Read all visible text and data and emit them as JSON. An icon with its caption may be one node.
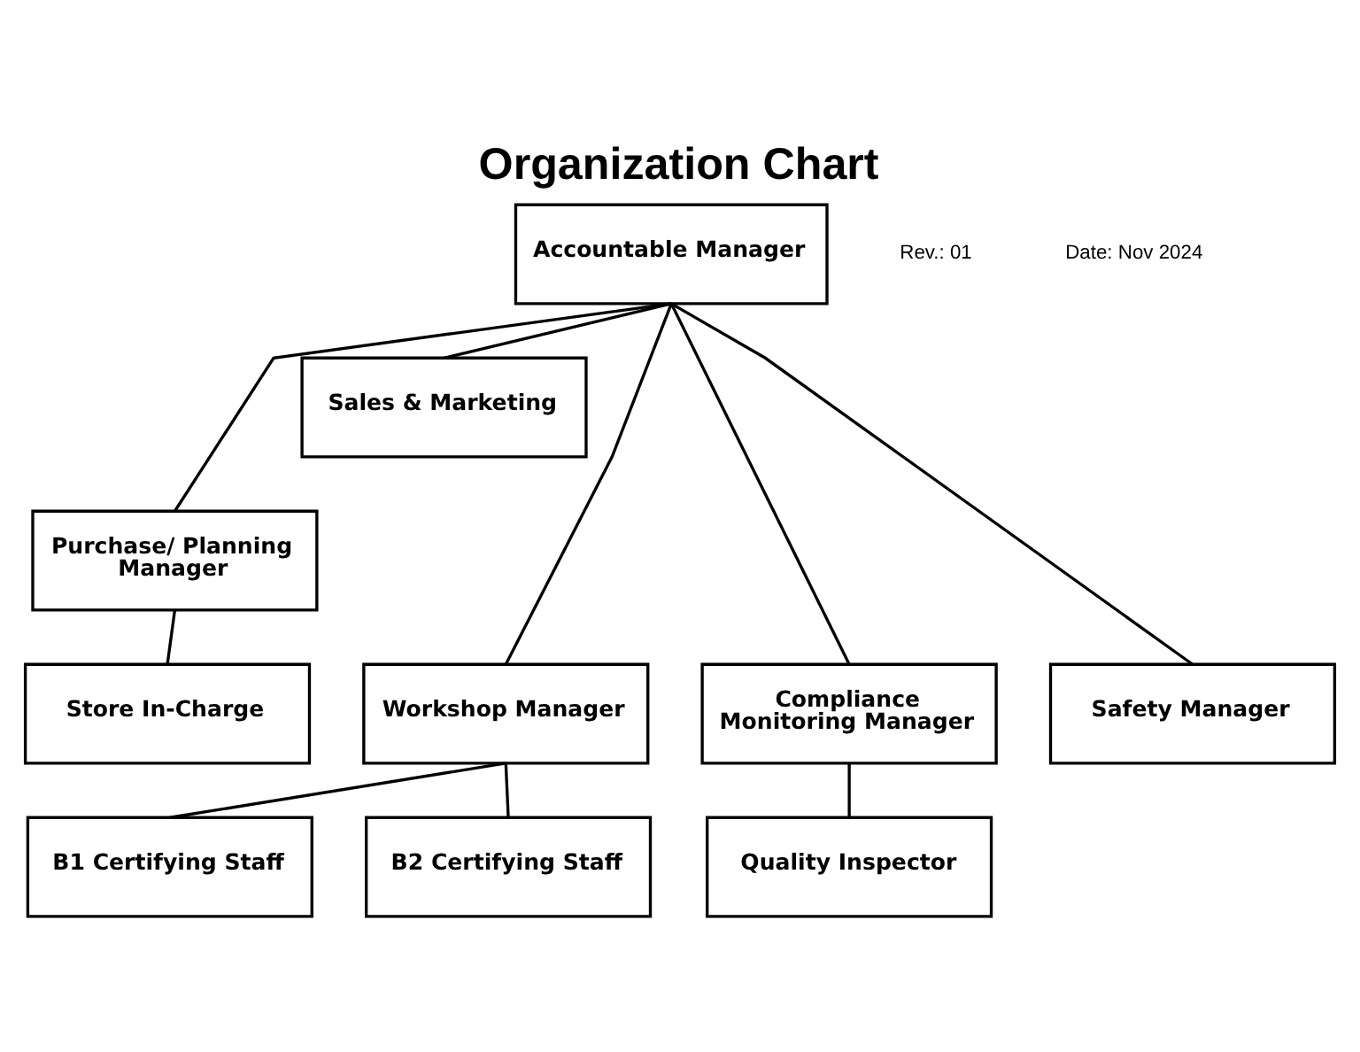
{
  "diagram": {
    "title": "Organization Chart",
    "nodes": [
      {
        "text": [
          "Accountable Manager"
        ]
      },
      {
        "text": [
          "Purchase/ Planning Manager"
        ]
      },
      {
        "text": [
          "Sales & Marketing"
        ]
      },
      {
        "text": [
          "Workshop Manager"
        ]
      },
      {
        "text": [
          "Compliance Monitoring Manager"
        ]
      },
      {
        "text": [
          "Safety Manager"
        ]
      },
      {
        "text": [
          "Store In-Charge"
        ]
      },
      {
        "text": [
          "B1 Certifying Staff"
        ]
      },
      {
        "text": [
          "B2 Certifying Staff"
        ]
      },
      {
        "text": [
          "Quality Inspector"
        ]
      }
    ],
    "edges": [
      {
        "from": 0,
        "to": 1,
        "arrow": "none"
      },
      {
        "from": 0,
        "to": 2,
        "arrow": "none"
      },
      {
        "from": 0,
        "to": 3,
        "arrow": "none"
      },
      {
        "from": 0,
        "to": 4,
        "arrow": "none"
      },
      {
        "from": 0,
        "to": 5,
        "arrow": "none"
      },
      {
        "from": 1,
        "to": 6,
        "arrow": "none"
      },
      {
        "from": 3,
        "to": 7,
        "arrow": "none"
      },
      {
        "from": 3,
        "to": 8,
        "arrow": "none"
      },
      {
        "from": 4,
        "to": 9,
        "arrow": "none"
      }
    ],
    "labels": [
      "Rev.: 01",
      "Date: Nov 2024"
    ]
  }
}
